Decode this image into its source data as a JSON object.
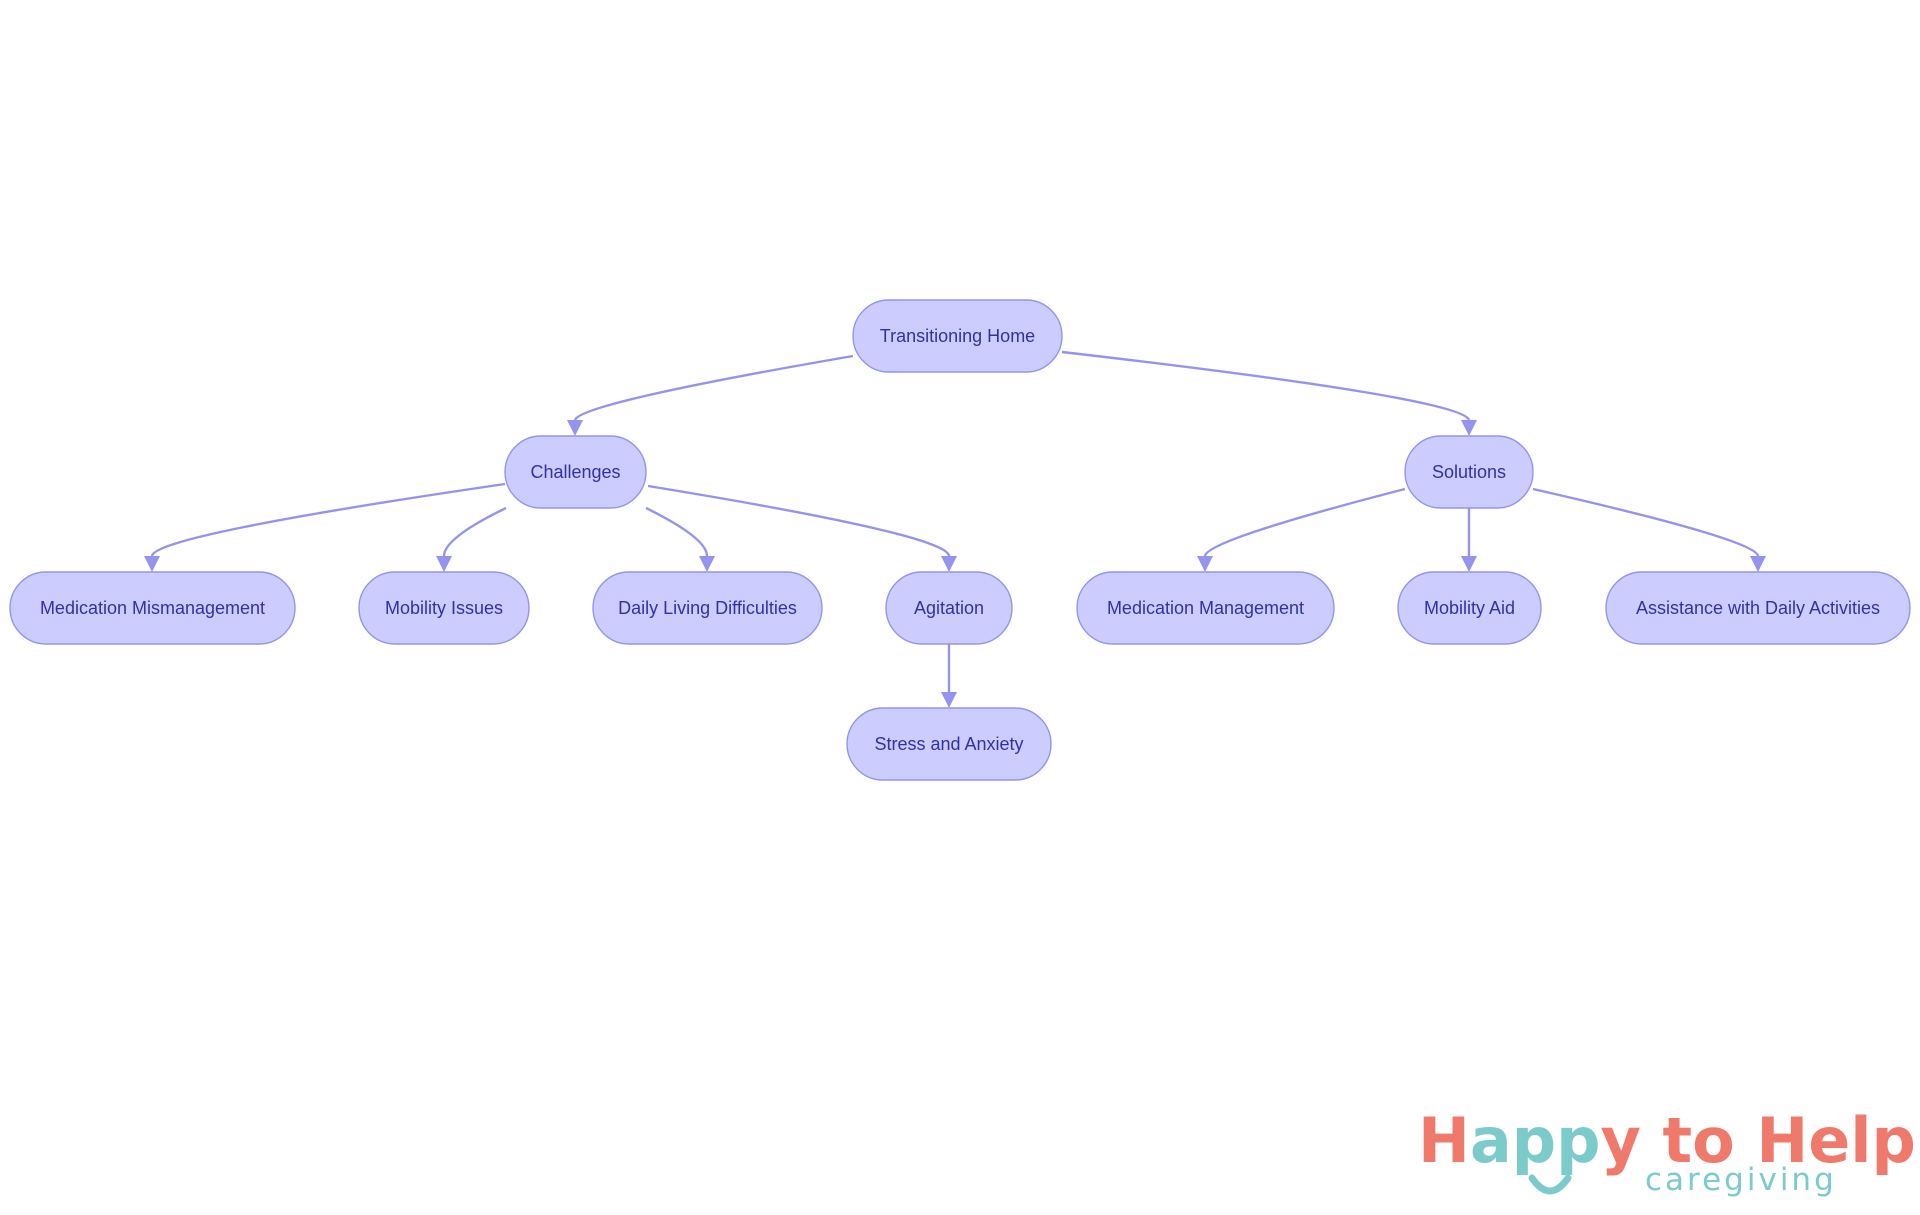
{
  "diagram": {
    "type": "flowchart",
    "nodes": [
      {
        "id": "transitioning_home",
        "label": "Transitioning Home"
      },
      {
        "id": "challenges",
        "label": "Challenges"
      },
      {
        "id": "solutions",
        "label": "Solutions"
      },
      {
        "id": "medication_mismanagement",
        "label": "Medication Mismanagement"
      },
      {
        "id": "mobility_issues",
        "label": "Mobility Issues"
      },
      {
        "id": "daily_living_difficulties",
        "label": "Daily Living Difficulties"
      },
      {
        "id": "agitation",
        "label": "Agitation"
      },
      {
        "id": "stress_and_anxiety",
        "label": "Stress and Anxiety"
      },
      {
        "id": "medication_management",
        "label": "Medication Management"
      },
      {
        "id": "mobility_aid",
        "label": "Mobility Aid"
      },
      {
        "id": "assistance_daily_activities",
        "label": "Assistance with Daily Activities"
      }
    ],
    "edges": [
      {
        "from": "transitioning_home",
        "to": "challenges"
      },
      {
        "from": "transitioning_home",
        "to": "solutions"
      },
      {
        "from": "challenges",
        "to": "medication_mismanagement"
      },
      {
        "from": "challenges",
        "to": "mobility_issues"
      },
      {
        "from": "challenges",
        "to": "daily_living_difficulties"
      },
      {
        "from": "challenges",
        "to": "agitation"
      },
      {
        "from": "agitation",
        "to": "stress_and_anxiety"
      },
      {
        "from": "solutions",
        "to": "medication_management"
      },
      {
        "from": "solutions",
        "to": "mobility_aid"
      },
      {
        "from": "solutions",
        "to": "assistance_daily_activities"
      }
    ],
    "colors": {
      "node_fill": "#ccccff",
      "node_stroke": "#9494ee",
      "edge": "#9494ee",
      "label_text": "#3232a8"
    }
  },
  "logo": {
    "word_happy_h": "H",
    "word_happy_a": "a",
    "word_happy_pp": "pp",
    "word_happy_y": "y",
    "word_to_help": " to Help",
    "tagline": "caregiving",
    "colors": {
      "primary": "#ef7a6c",
      "secondary": "#7ccbcb"
    }
  }
}
